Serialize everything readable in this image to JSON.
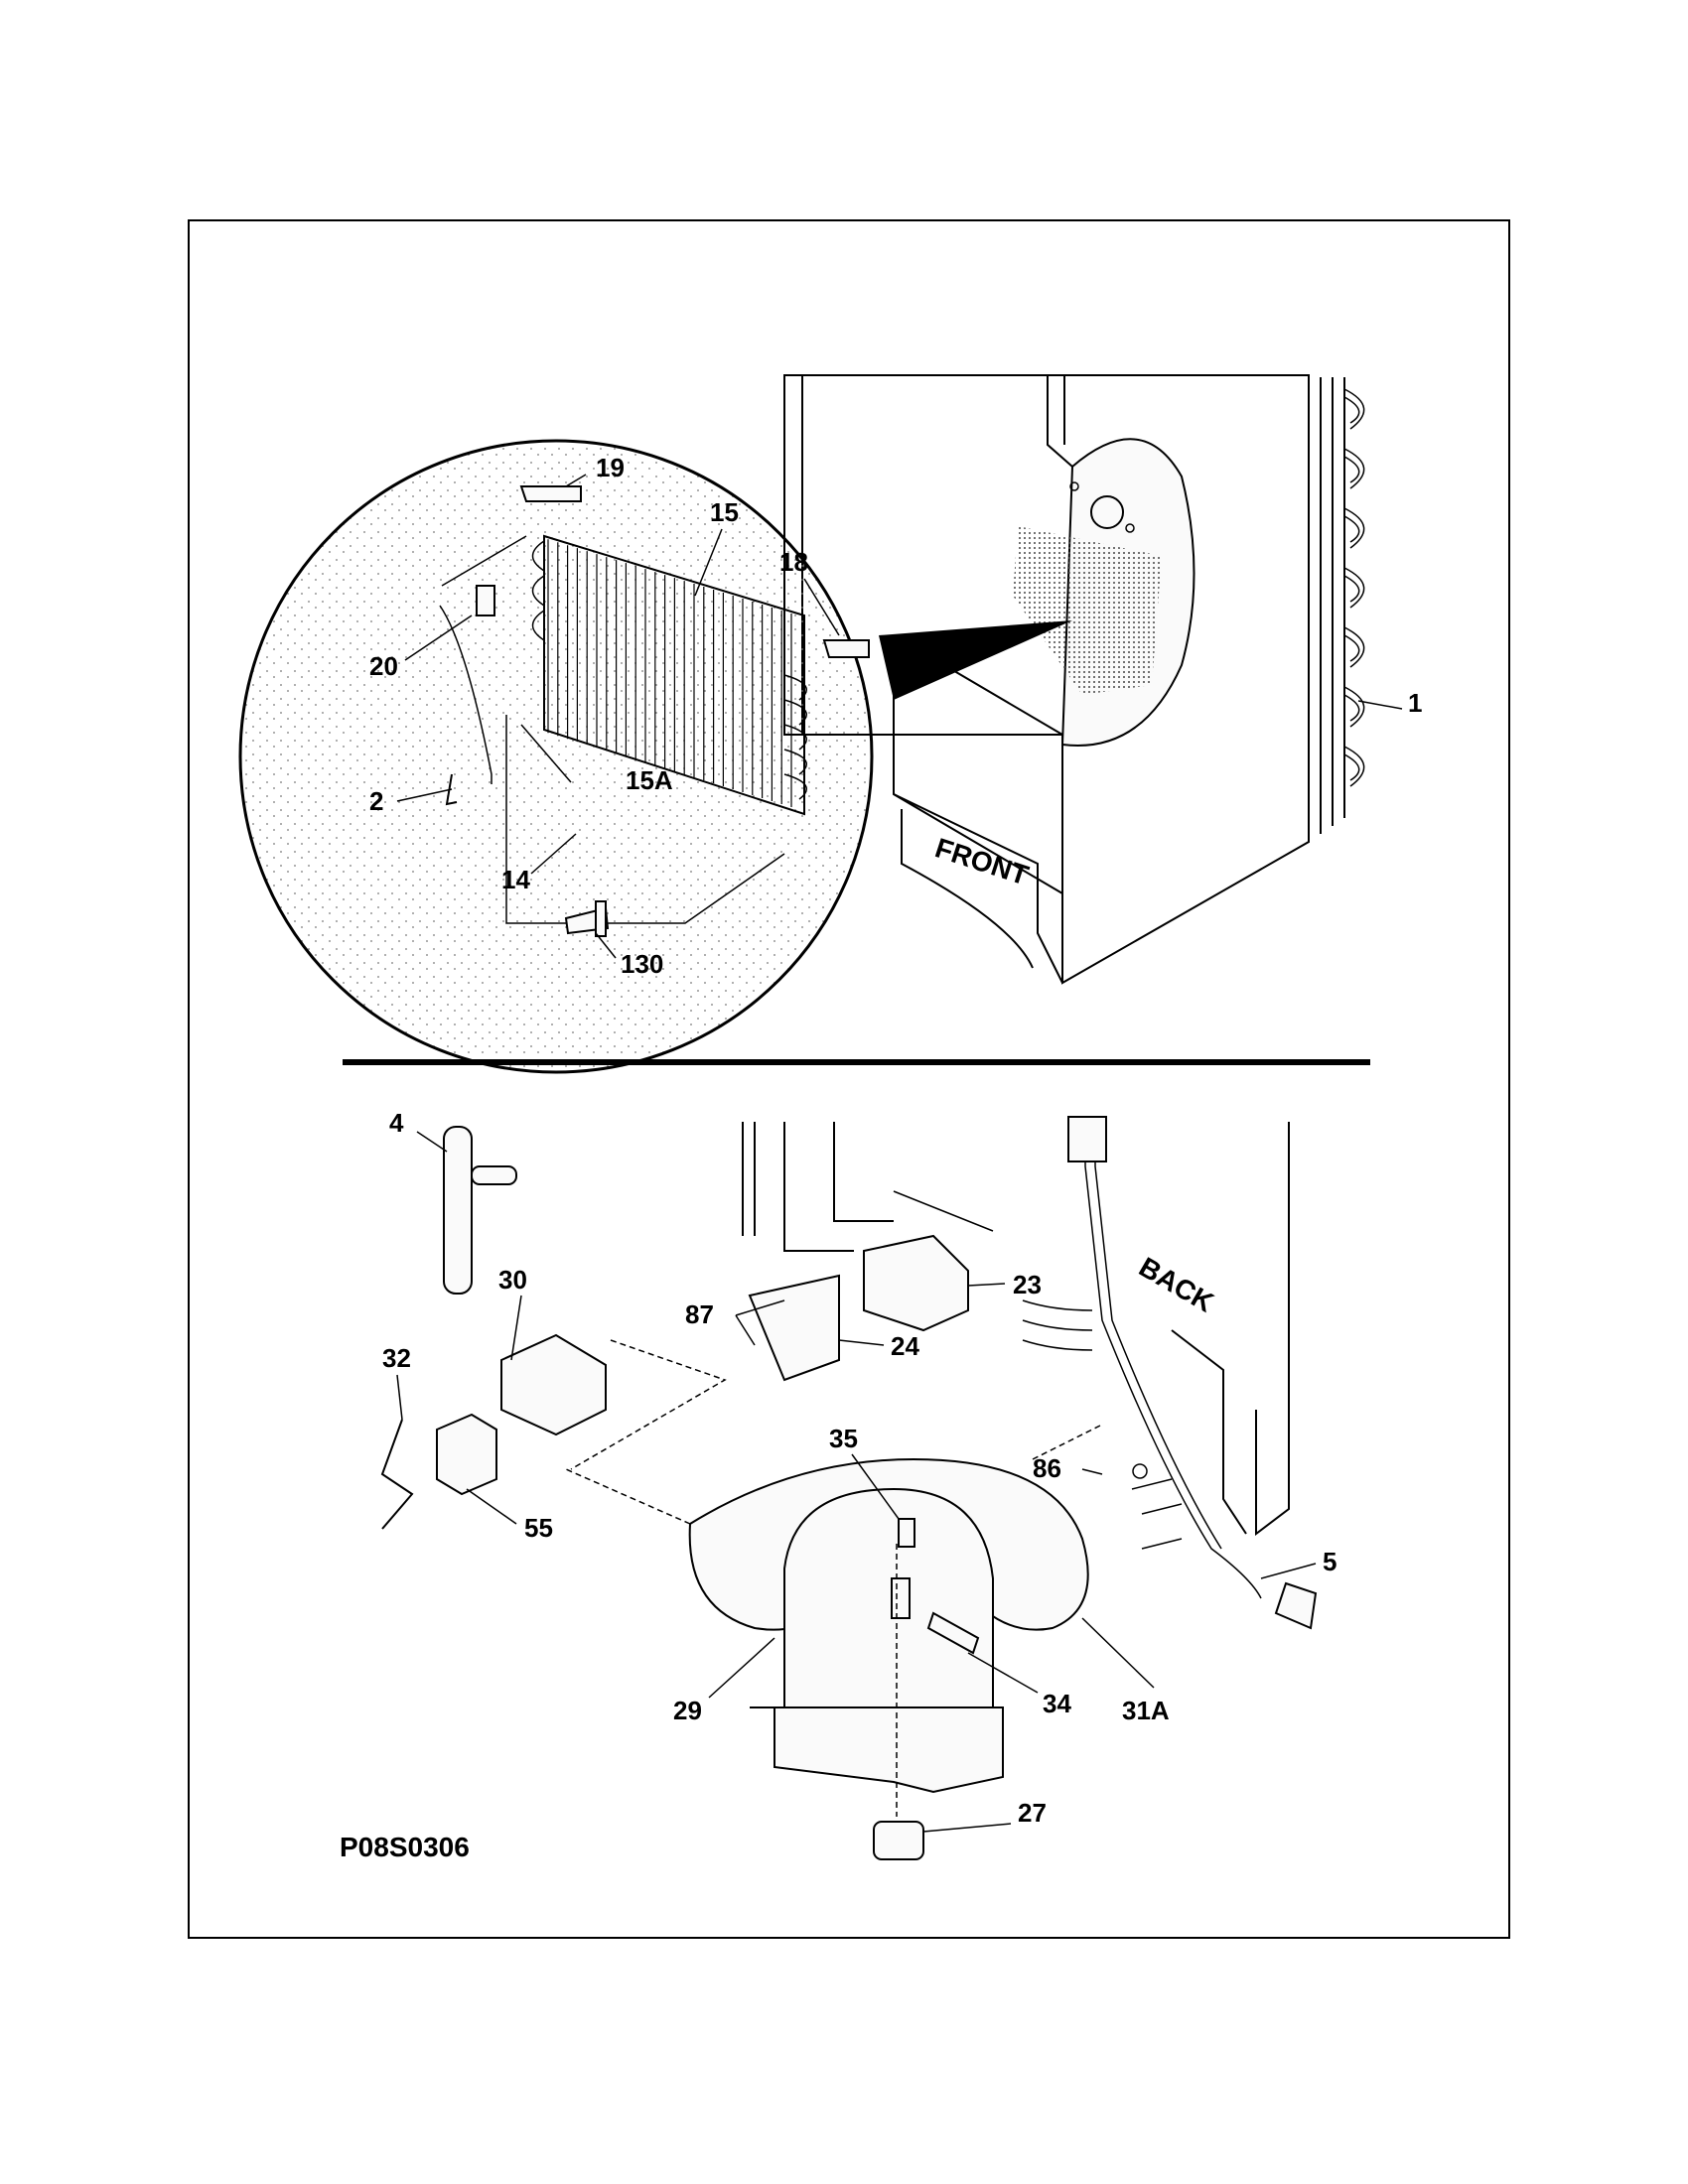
{
  "diagram": {
    "drawing_code": "P08S0306",
    "labels": {
      "l1": "1",
      "l2": "2",
      "l14": "14",
      "l15": "15",
      "l15a": "15A",
      "l18": "18",
      "l19": "19",
      "l20": "20",
      "l130": "130",
      "l4": "4",
      "l5": "5",
      "l23": "23",
      "l24": "24",
      "l27": "27",
      "l29": "29",
      "l30": "30",
      "l31a": "31A",
      "l32": "32",
      "l34": "34",
      "l35": "35",
      "l55": "55",
      "l86": "86",
      "l87": "87"
    },
    "cabinet_labels": {
      "front": "FRONT",
      "back": "BACK"
    }
  }
}
